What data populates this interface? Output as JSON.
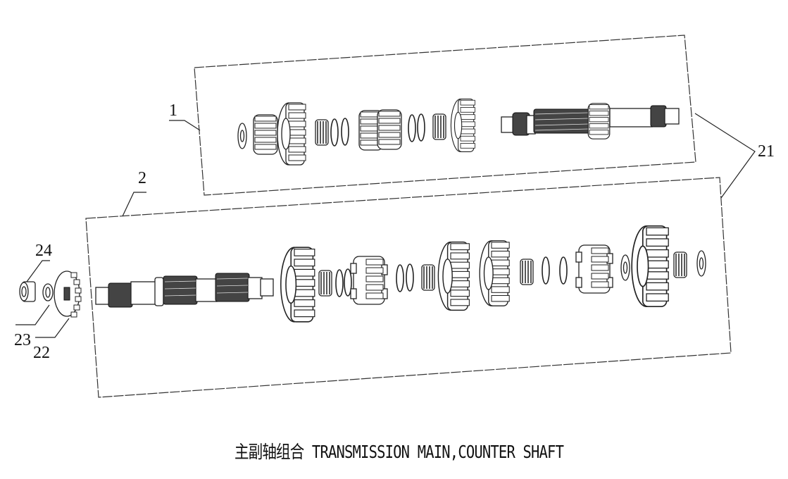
{
  "diagram": {
    "caption": "主副轴组合 TRANSMISSION MAIN,COUNTER SHAFT",
    "callouts": [
      {
        "id": "1",
        "label": "1",
        "target": "upper-assembly-frame"
      },
      {
        "id": "2",
        "label": "2",
        "target": "lower-assembly-frame"
      },
      {
        "id": "21",
        "label": "21",
        "target": "both-assembly-frames"
      },
      {
        "id": "22",
        "label": "22",
        "target": "sprocket"
      },
      {
        "id": "23",
        "label": "23",
        "target": "washer"
      },
      {
        "id": "24",
        "label": "24",
        "target": "nut"
      }
    ],
    "assemblies": [
      {
        "name": "main-shaft-assembly",
        "callout": "1",
        "parts": [
          "washer",
          "gear",
          "gear",
          "needle-bearing",
          "circlip",
          "circlip",
          "dual-gear",
          "circlip",
          "circlip",
          "needle-bearing",
          "gear",
          "splined-main-shaft",
          "gear"
        ]
      },
      {
        "name": "counter-shaft-assembly",
        "callout": "2",
        "parts": [
          "splined-counter-shaft",
          "gear",
          "needle-bearing",
          "circlip",
          "circlip",
          "dog-gear",
          "circlip",
          "circlip",
          "needle-bearing",
          "gear",
          "gear",
          "needle-bearing",
          "circlip",
          "circlip",
          "dog-gear",
          "washer",
          "gear",
          "needle-bearing",
          "washer"
        ]
      }
    ],
    "colors": {
      "line": "#222222",
      "background": "#ffffff"
    }
  }
}
